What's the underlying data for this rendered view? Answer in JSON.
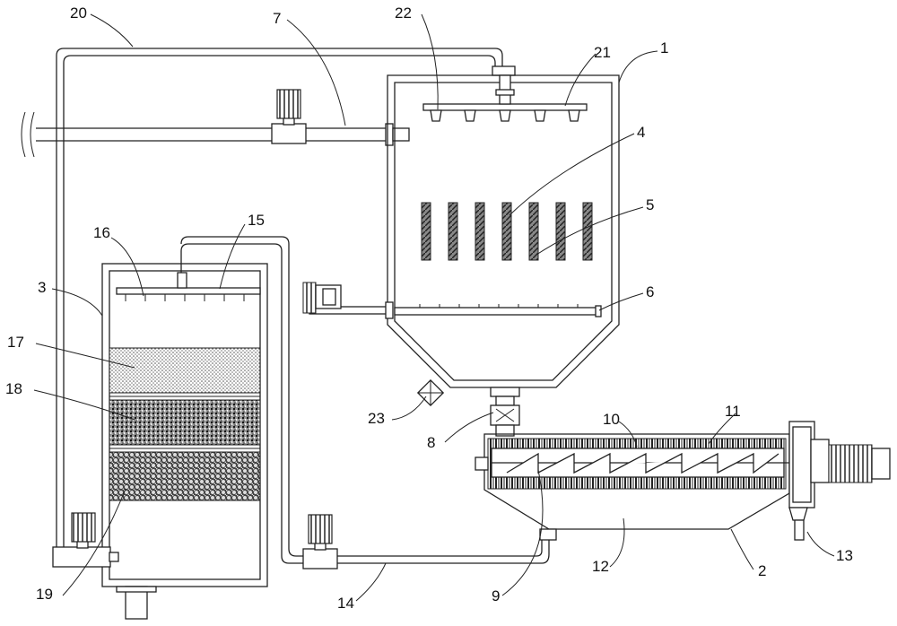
{
  "labels": {
    "l1": "1",
    "l2": "2",
    "l3": "3",
    "l4": "4",
    "l5": "5",
    "l6": "6",
    "l7": "7",
    "l8": "8",
    "l9": "9",
    "l10": "10",
    "l11": "11",
    "l12": "12",
    "l13": "13",
    "l14": "14",
    "l15": "15",
    "l16": "16",
    "l17": "17",
    "l18": "18",
    "l19": "19",
    "l20": "20",
    "l21": "21",
    "l22": "22",
    "l23": "23"
  },
  "colors": {
    "line": "#222222",
    "background": "#ffffff"
  }
}
